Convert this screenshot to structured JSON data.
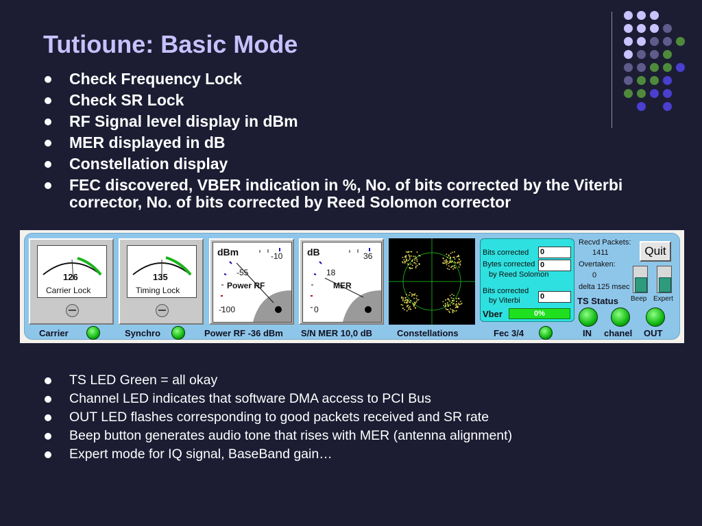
{
  "title": "Tutioune: Basic Mode",
  "bullets_top": [
    "Check Frequency Lock",
    "Check SR Lock",
    "RF Signal level display in dBm",
    "MER displayed in dB",
    "Constellation display",
    "FEC discovered, VBER indication in %, No. of bits corrected by the Viterbi corrector, No. of bits corrected by Reed Solomon corrector"
  ],
  "bullets_bottom": [
    "TS LED Green = all okay",
    "Channel LED indicates that software DMA access to PCI Bus",
    "OUT LED flashes corresponding to good packets received and SR rate",
    "Beep button generates audio tone that rises with MER (antenna alignment)",
    "Expert mode for IQ signal, BaseBand gain…"
  ],
  "app": {
    "carrier_meter": {
      "value": "126",
      "caption": "Carrier Lock"
    },
    "timing_meter": {
      "value": "135",
      "caption": "Timing Lock"
    },
    "power_meter": {
      "unit": "dBm",
      "top_scale": "-10",
      "mid_value": "-55",
      "min_scale": "-100",
      "caption": "Power RF"
    },
    "mer_meter": {
      "unit": "dB",
      "top_scale": "36",
      "mid_value": "18",
      "min_scale": "0",
      "caption": "MER"
    },
    "counters": {
      "bits_corrected_label": "Bits corrected",
      "bits_corrected": "0",
      "bytes_corrected_label": "Bytes corrected",
      "bytes_corrected": "0",
      "by_reed_solomon": "by Reed Solomon",
      "bits_corrected_viterbi_label": "Bits corrected",
      "by_viterbi": "by Viterbi",
      "bits_corrected_viterbi": "0",
      "vber_label": "Vber",
      "vber_value": "0%",
      "vber_percent": 0
    },
    "stats": {
      "recvd_packets_label": "Recvd Packets:",
      "recvd_packets": "1411",
      "overtaken_label": "Overtaken:",
      "overtaken": "0",
      "delta": "delta 125 msec"
    },
    "quit_label": "Quit",
    "beep_label": "Beep",
    "expert_label": "Expert",
    "ts_status_label": "TS Status",
    "bottom_labels": {
      "carrier": "Carrier",
      "synchro": "Synchro",
      "power_rf": "Power RF -36 dBm",
      "snr_mer": "S/N MER  10,0 dB",
      "constellations": "Constellations",
      "fec": "Fec  3/4",
      "in": "IN",
      "chanel": "chanel",
      "out": "OUT"
    },
    "colors": {
      "led_green": "#12b812",
      "vber_bar": "#1ee01e",
      "window": "#8ec6ea",
      "constellation": "#e8e05a"
    }
  }
}
